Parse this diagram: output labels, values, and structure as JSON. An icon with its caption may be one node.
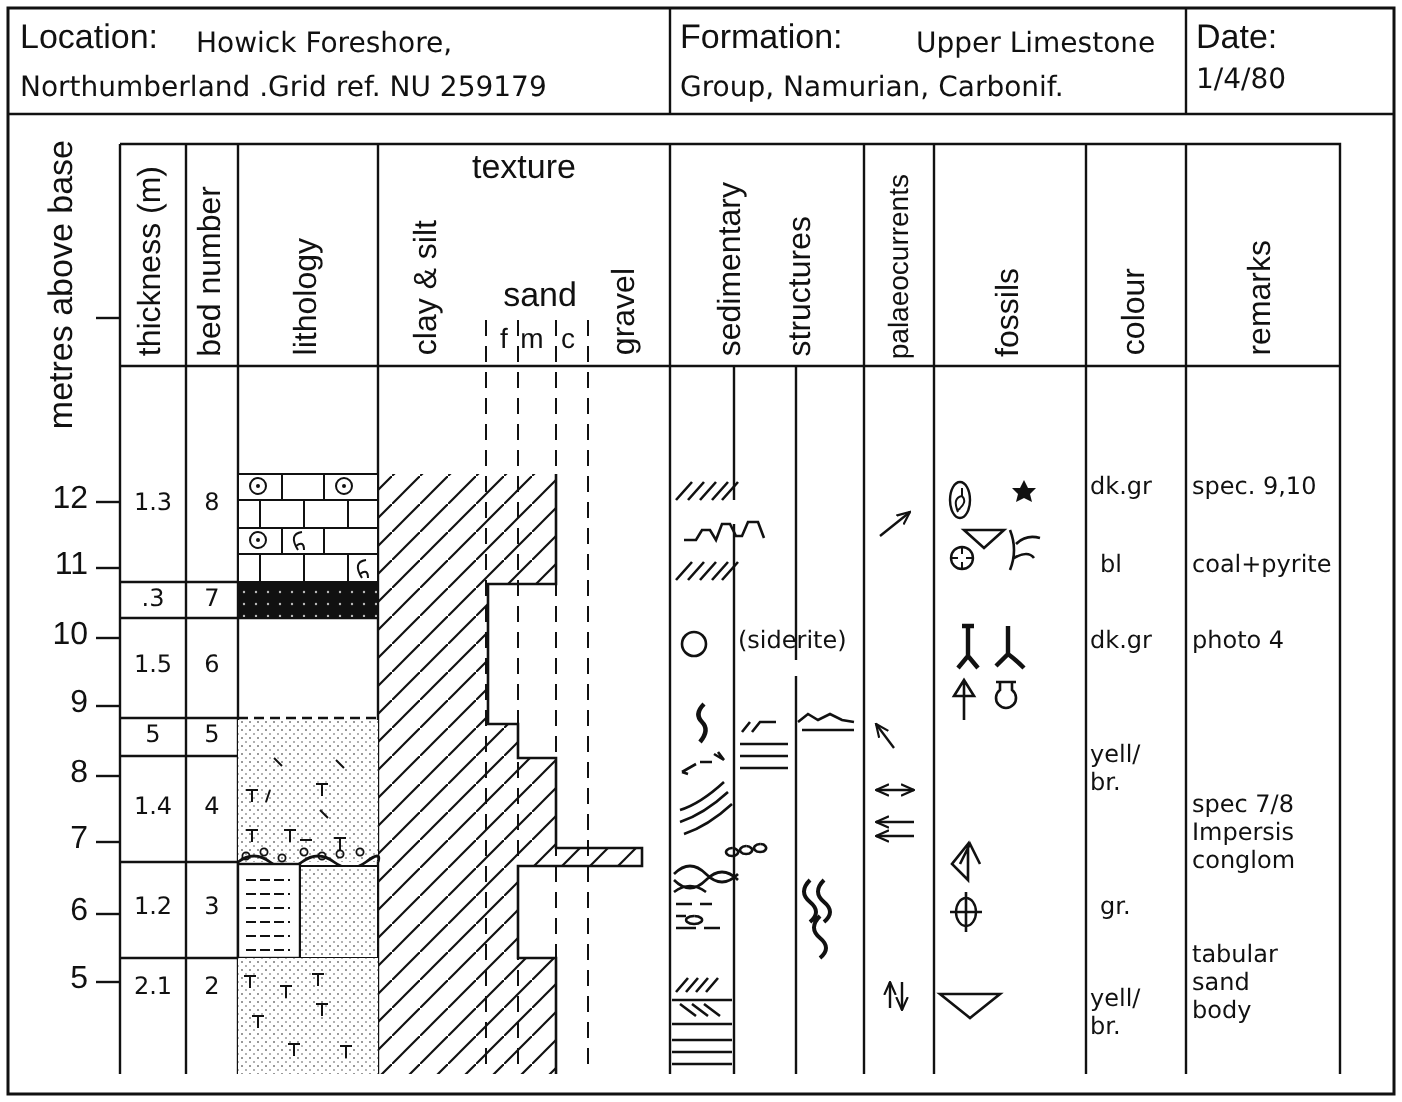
{
  "diagram": {
    "labels": [
      "Location:",
      "Howick Foreshore, Northumberland .Grid ref. NU 259179",
      "Formation:",
      "Upper Limestone Group, Namurian, Carbonif.",
      "Date:",
      "1/4/80",
      "metres above base",
      "thickness (m)",
      "bed number",
      "lithology",
      "texture",
      "clay & silt",
      "sand",
      "f",
      "m",
      "c",
      "gravel",
      "sedimentary",
      "structures",
      "palaeocurrents",
      "fossils",
      "colour",
      "remarks",
      "12",
      "11",
      "10",
      "9",
      "8",
      "7",
      "6",
      "5",
      "1.3",
      "8",
      "dk.gr",
      "spec. 9,10",
      ".3",
      "7",
      "bl",
      "coal+pyrite",
      "1.5",
      "6",
      "(siderite)",
      "dk.gr",
      "photo 4",
      "5",
      "5",
      "1.4",
      "4",
      "yell/ br.",
      "spec 7/8 Impersis conglom",
      "1.2",
      "3",
      "gr.",
      "2.1",
      "2",
      "yell/ br.",
      "tabular sand body"
    ]
  }
}
